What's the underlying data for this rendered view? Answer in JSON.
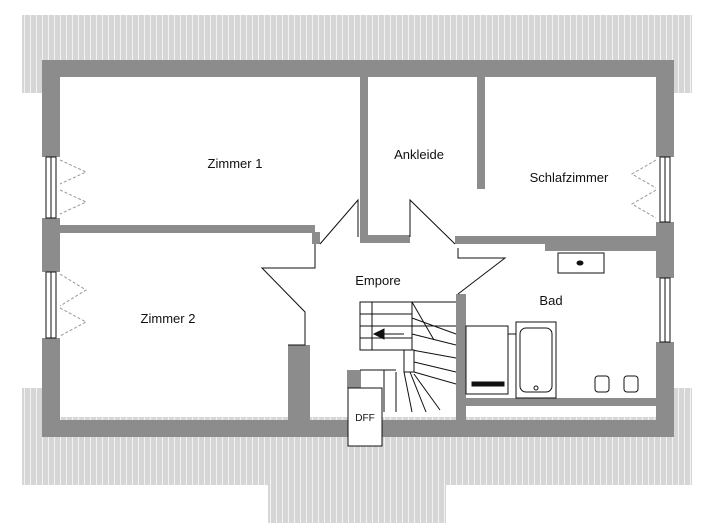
{
  "rooms": {
    "zimmer1": "Zimmer 1",
    "zimmer2": "Zimmer 2",
    "ankleide": "Ankleide",
    "schlafzimmer": "Schlafzimmer",
    "empore": "Empore",
    "bad": "Bad"
  },
  "fixtures": {
    "dff": "DFF"
  },
  "colors": {
    "wall": "#8c8c8c",
    "roof": "#d3d3d3",
    "roof_line": "#ffffff",
    "line": "#111111"
  }
}
